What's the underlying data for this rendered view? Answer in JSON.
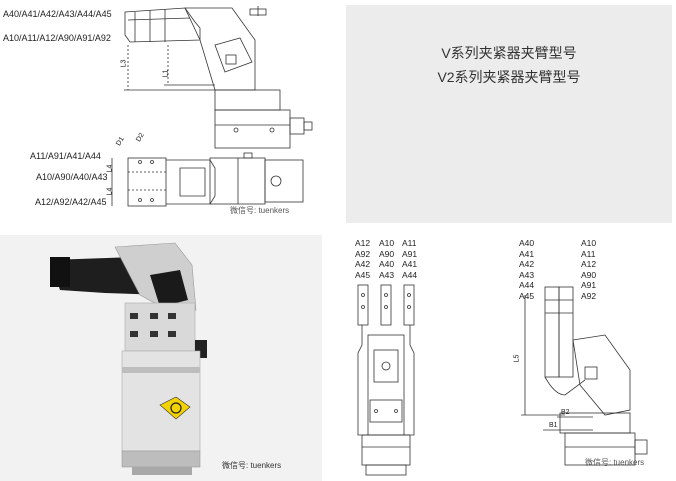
{
  "top_left": {
    "labels_top": [
      "A40/A41/A42/A43/A44/A45",
      "A10/A11/A12/A90/A91/A92"
    ],
    "dims_top": [
      "L3",
      "L1"
    ],
    "labels_bottom": [
      "A11/A91/A41/A44",
      "A10/A90/A40/A43",
      "A12/A92/A42/A45"
    ],
    "dims_bottom": [
      "D1",
      "D2",
      "L4",
      "L4"
    ],
    "watermark": "微信号: tuenkers"
  },
  "top_right": {
    "line1": "V系列夹紧器夹臂型号",
    "line2": "V2系列夹紧器夹臂型号"
  },
  "bottom_left": {
    "watermark": "微信号: tuenkers"
  },
  "bottom_middle": {
    "columns": [
      [
        "A12",
        "A92",
        "A42",
        "A45"
      ],
      [
        "A10",
        "A90",
        "A40",
        "A43"
      ],
      [
        "A11",
        "A91",
        "A41",
        "A44"
      ]
    ]
  },
  "bottom_right": {
    "col1": [
      "A40",
      "A41",
      "A42",
      "A43",
      "A44",
      "A45"
    ],
    "col2": [
      "A10",
      "A11",
      "A12",
      "A90",
      "A91",
      "A92"
    ],
    "dims": [
      "L5",
      "B2",
      "B1"
    ],
    "watermark": "微信号: tuenkers"
  },
  "colors": {
    "line": "#333333",
    "photo_body": "#d7d7d7",
    "photo_arm": "#1e1e1e",
    "panel_bg": "#ececec",
    "label_yellow": "#f2d200"
  },
  "icons": [
    "wechat-icon",
    "tuenkers-logo-icon"
  ]
}
